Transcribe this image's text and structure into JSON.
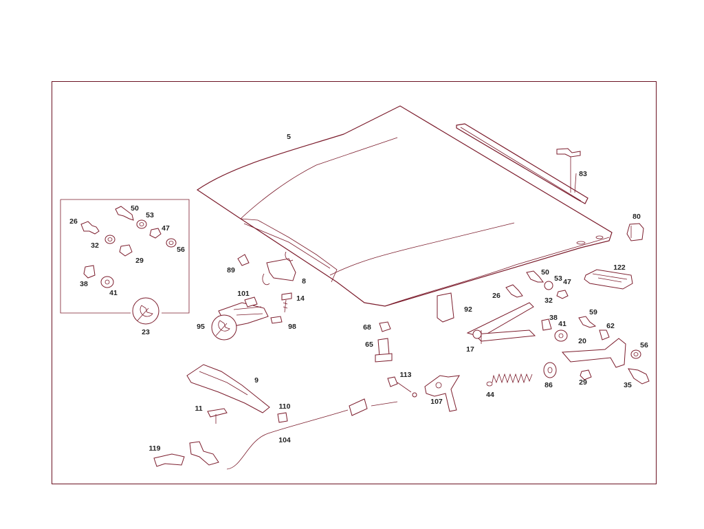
{
  "diagram": {
    "callouts": {
      "c5": "5",
      "c83": "83",
      "c80": "80",
      "c122": "122",
      "c89": "89",
      "c8": "8",
      "c101": "101",
      "c14": "14",
      "c95": "95",
      "c98": "98",
      "c23": "23",
      "c50a": "50",
      "c53a": "53",
      "c26a": "26",
      "c47a": "47",
      "c32a": "32",
      "c56a": "56",
      "c29a": "29",
      "c38a": "38",
      "c41a": "41",
      "c92": "92",
      "c26b": "26",
      "c50b": "50",
      "c53b": "53",
      "c47b": "47",
      "c32b": "32",
      "c38b": "38",
      "c41b": "41",
      "c59": "59",
      "c62": "62",
      "c20": "20",
      "c56b": "56",
      "c17": "17",
      "c68": "68",
      "c65": "65",
      "c113": "113",
      "c107": "107",
      "c44": "44",
      "c86": "86",
      "c29b": "29",
      "c35": "35",
      "c9": "9",
      "c11": "11",
      "c110": "110",
      "c104": "104",
      "c119": "119"
    },
    "colors": {
      "line": "#7a1a2a",
      "frame": "#6a1020",
      "text": "#222222"
    }
  }
}
